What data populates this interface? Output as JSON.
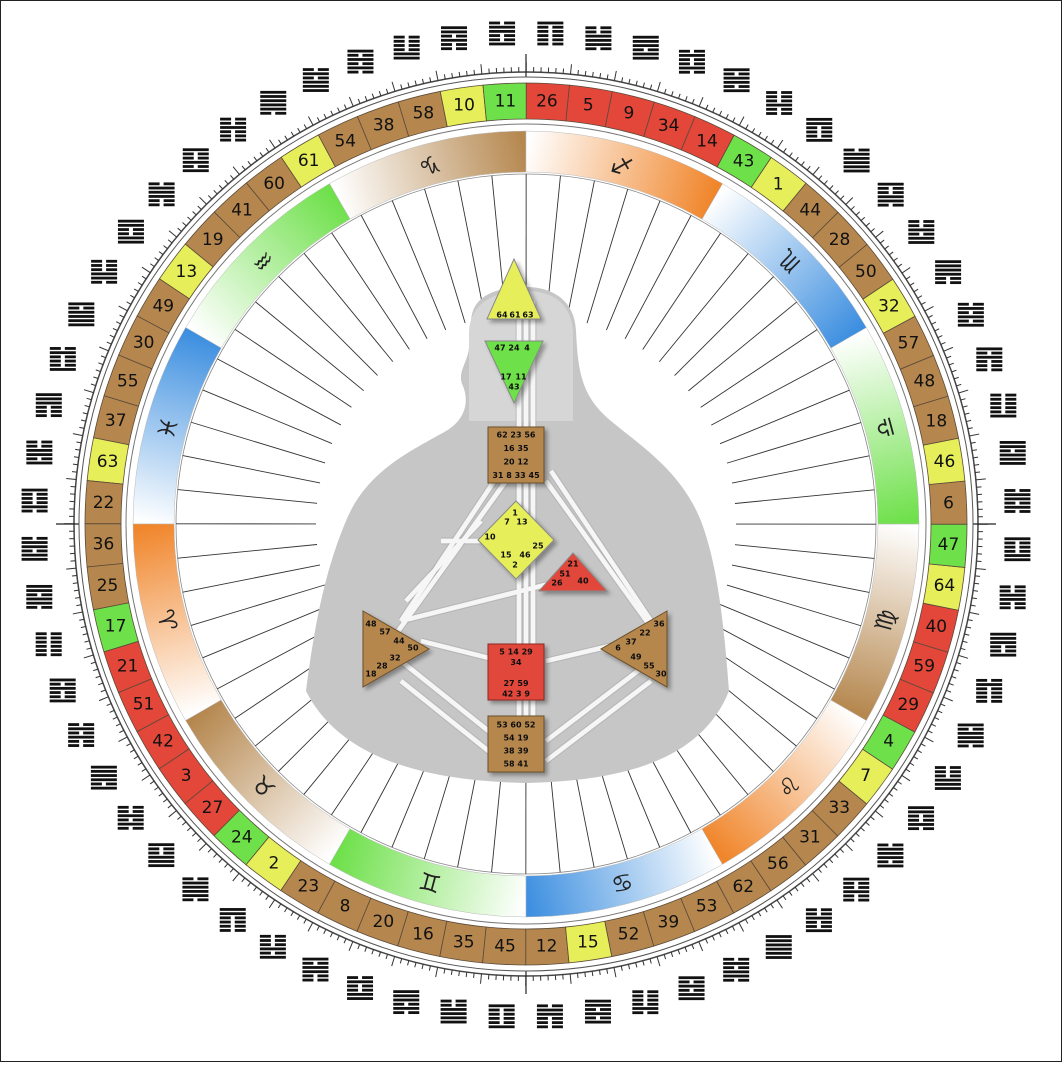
{
  "wheel": {
    "gates": [
      {
        "n": "10",
        "c": "yellow"
      },
      {
        "n": "58",
        "c": "brown"
      },
      {
        "n": "38",
        "c": "brown"
      },
      {
        "n": "54",
        "c": "brown"
      },
      {
        "n": "61",
        "c": "yellow"
      },
      {
        "n": "60",
        "c": "brown"
      },
      {
        "n": "41",
        "c": "brown"
      },
      {
        "n": "19",
        "c": "brown"
      },
      {
        "n": "13",
        "c": "yellow"
      },
      {
        "n": "49",
        "c": "brown"
      },
      {
        "n": "30",
        "c": "brown"
      },
      {
        "n": "55",
        "c": "brown"
      },
      {
        "n": "37",
        "c": "brown"
      },
      {
        "n": "63",
        "c": "yellow"
      },
      {
        "n": "22",
        "c": "brown"
      },
      {
        "n": "36",
        "c": "brown"
      },
      {
        "n": "25",
        "c": "brown"
      },
      {
        "n": "17",
        "c": "green"
      },
      {
        "n": "21",
        "c": "red"
      },
      {
        "n": "51",
        "c": "red"
      },
      {
        "n": "42",
        "c": "red"
      },
      {
        "n": "3",
        "c": "red"
      },
      {
        "n": "27",
        "c": "red"
      },
      {
        "n": "24",
        "c": "green"
      },
      {
        "n": "2",
        "c": "yellow"
      },
      {
        "n": "23",
        "c": "brown"
      },
      {
        "n": "8",
        "c": "brown"
      },
      {
        "n": "20",
        "c": "brown"
      },
      {
        "n": "16",
        "c": "brown"
      },
      {
        "n": "35",
        "c": "brown"
      },
      {
        "n": "45",
        "c": "brown"
      },
      {
        "n": "12",
        "c": "brown"
      },
      {
        "n": "15",
        "c": "yellow"
      },
      {
        "n": "52",
        "c": "brown"
      },
      {
        "n": "39",
        "c": "brown"
      },
      {
        "n": "53",
        "c": "brown"
      },
      {
        "n": "62",
        "c": "brown"
      },
      {
        "n": "56",
        "c": "brown"
      },
      {
        "n": "31",
        "c": "brown"
      },
      {
        "n": "33",
        "c": "brown"
      },
      {
        "n": "7",
        "c": "yellow"
      },
      {
        "n": "4",
        "c": "green"
      },
      {
        "n": "29",
        "c": "red"
      },
      {
        "n": "59",
        "c": "red"
      },
      {
        "n": "40",
        "c": "red"
      },
      {
        "n": "64",
        "c": "yellow"
      },
      {
        "n": "47",
        "c": "green"
      },
      {
        "n": "6",
        "c": "brown"
      },
      {
        "n": "46",
        "c": "yellow"
      },
      {
        "n": "18",
        "c": "brown"
      },
      {
        "n": "48",
        "c": "brown"
      },
      {
        "n": "57",
        "c": "brown"
      },
      {
        "n": "32",
        "c": "yellow"
      },
      {
        "n": "50",
        "c": "brown"
      },
      {
        "n": "28",
        "c": "brown"
      },
      {
        "n": "44",
        "c": "brown"
      },
      {
        "n": "1",
        "c": "yellow"
      },
      {
        "n": "43",
        "c": "green"
      },
      {
        "n": "14",
        "c": "red"
      },
      {
        "n": "34",
        "c": "red"
      },
      {
        "n": "9",
        "c": "red"
      },
      {
        "n": "5",
        "c": "red"
      },
      {
        "n": "26",
        "c": "red"
      },
      {
        "n": "11",
        "c": "green"
      }
    ],
    "signs": [
      {
        "glyph": "♑",
        "color": "brown"
      },
      {
        "glyph": "♒",
        "color": "green"
      },
      {
        "glyph": "♓",
        "color": "blue"
      },
      {
        "glyph": "♈",
        "color": "orange"
      },
      {
        "glyph": "♉",
        "color": "brown"
      },
      {
        "glyph": "♊",
        "color": "green"
      },
      {
        "glyph": "♋",
        "color": "blue"
      },
      {
        "glyph": "♌",
        "color": "orange"
      },
      {
        "glyph": "♍",
        "color": "brown"
      },
      {
        "glyph": "♎",
        "color": "green"
      },
      {
        "glyph": "♏",
        "color": "blue"
      },
      {
        "glyph": "♐",
        "color": "orange"
      }
    ],
    "colors": {
      "brown": "#b5874e",
      "yellow": "#e6ee5a",
      "green": "#6ee04a",
      "red": "#e2473a",
      "orange": "#f0852a",
      "blue": "#3d8fe0"
    }
  },
  "bodygraph": {
    "head": {
      "nums": [
        "64",
        "61",
        "63"
      ]
    },
    "ajna": {
      "nums": [
        "47",
        "24",
        "4",
        "17",
        "11",
        "43"
      ]
    },
    "throat": {
      "rows": [
        "62 23 56",
        "16          35",
        "20          12",
        "31 8 33 45"
      ]
    },
    "g": {
      "nums": [
        "1",
        "7",
        "13",
        "10",
        "25",
        "15",
        "46",
        "2"
      ]
    },
    "ego": {
      "nums": [
        "21",
        "51",
        "26",
        "40"
      ]
    },
    "spleen": {
      "nums": [
        "48",
        "57",
        "44",
        "50",
        "32",
        "28",
        "18"
      ]
    },
    "sacral": {
      "rows": [
        "5 14 29",
        "34",
        "",
        "27      59",
        "42 3  9"
      ]
    },
    "solar": {
      "nums": [
        "36",
        "22",
        "37",
        "6",
        "49",
        "55",
        "30"
      ]
    },
    "root": {
      "rows": [
        "53 60 52",
        "54      19",
        "38      39",
        "58      41"
      ]
    }
  }
}
